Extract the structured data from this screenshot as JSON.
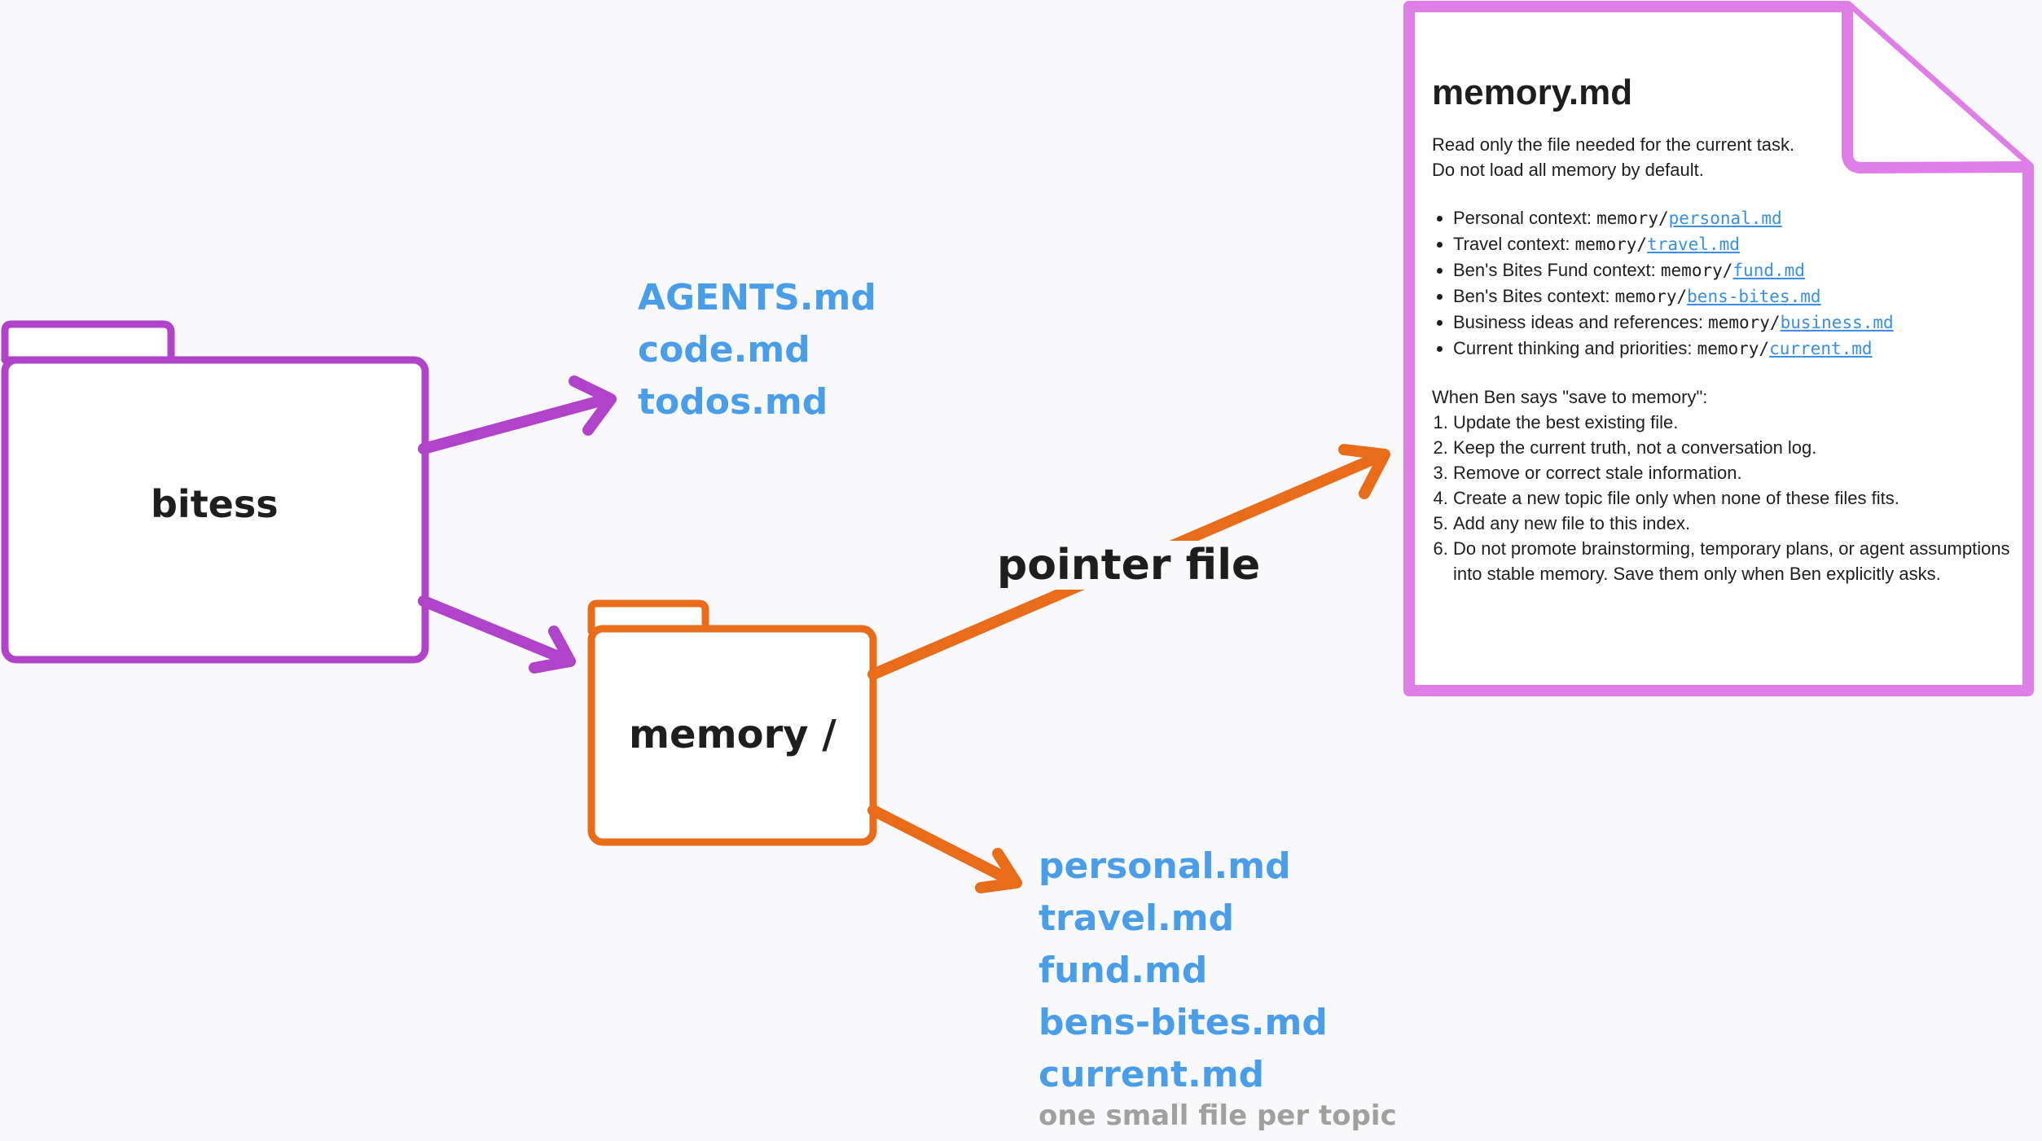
{
  "colors": {
    "purple": "#b043c9",
    "orange": "#e86c1a",
    "pink": "#e07ee8",
    "blue_text": "#4a9de8",
    "grey_text": "#a0a0a0",
    "dark_text": "#1e1e1e",
    "background": "#f9f9fb"
  },
  "root_folder": {
    "label": "bitess"
  },
  "root_files": [
    "AGENTS.md",
    "code.md",
    "todos.md"
  ],
  "memory_folder": {
    "label": "memory /"
  },
  "pointer_label": "pointer file",
  "topic_files": [
    "personal.md",
    "travel.md",
    "fund.md",
    "bens-bites.md",
    "current.md"
  ],
  "topic_caption": "one small file per topic",
  "document": {
    "title": "memory.md",
    "intro_line1": "Read only the file needed for the current task.",
    "intro_line2": "Do not load all memory by default.",
    "bullets": [
      {
        "label": "Personal context: ",
        "prefix": "memory/",
        "file": "personal.md"
      },
      {
        "label": "Travel context: ",
        "prefix": "memory/",
        "file": "travel.md"
      },
      {
        "label": "Ben's Bites Fund context: ",
        "prefix": "memory/",
        "file": "fund.md"
      },
      {
        "label": "Ben's Bites context: ",
        "prefix": "memory/",
        "file": "bens-bites.md"
      },
      {
        "label": "Business ideas and references: ",
        "prefix": "memory/",
        "file": "business.md"
      },
      {
        "label": "Current thinking and priorities: ",
        "prefix": "memory/",
        "file": "current.md"
      }
    ],
    "save_heading": "When Ben says \"save to memory\":",
    "steps": [
      "Update the best existing file.",
      "Keep the current truth, not a conversation log.",
      "Remove or correct stale information.",
      "Create a new topic file only when none of these files fits.",
      "Add any new file to this index.",
      "Do not promote brainstorming, temporary plans, or agent assumptions into stable memory. Save them only when Ben explicitly asks."
    ]
  }
}
